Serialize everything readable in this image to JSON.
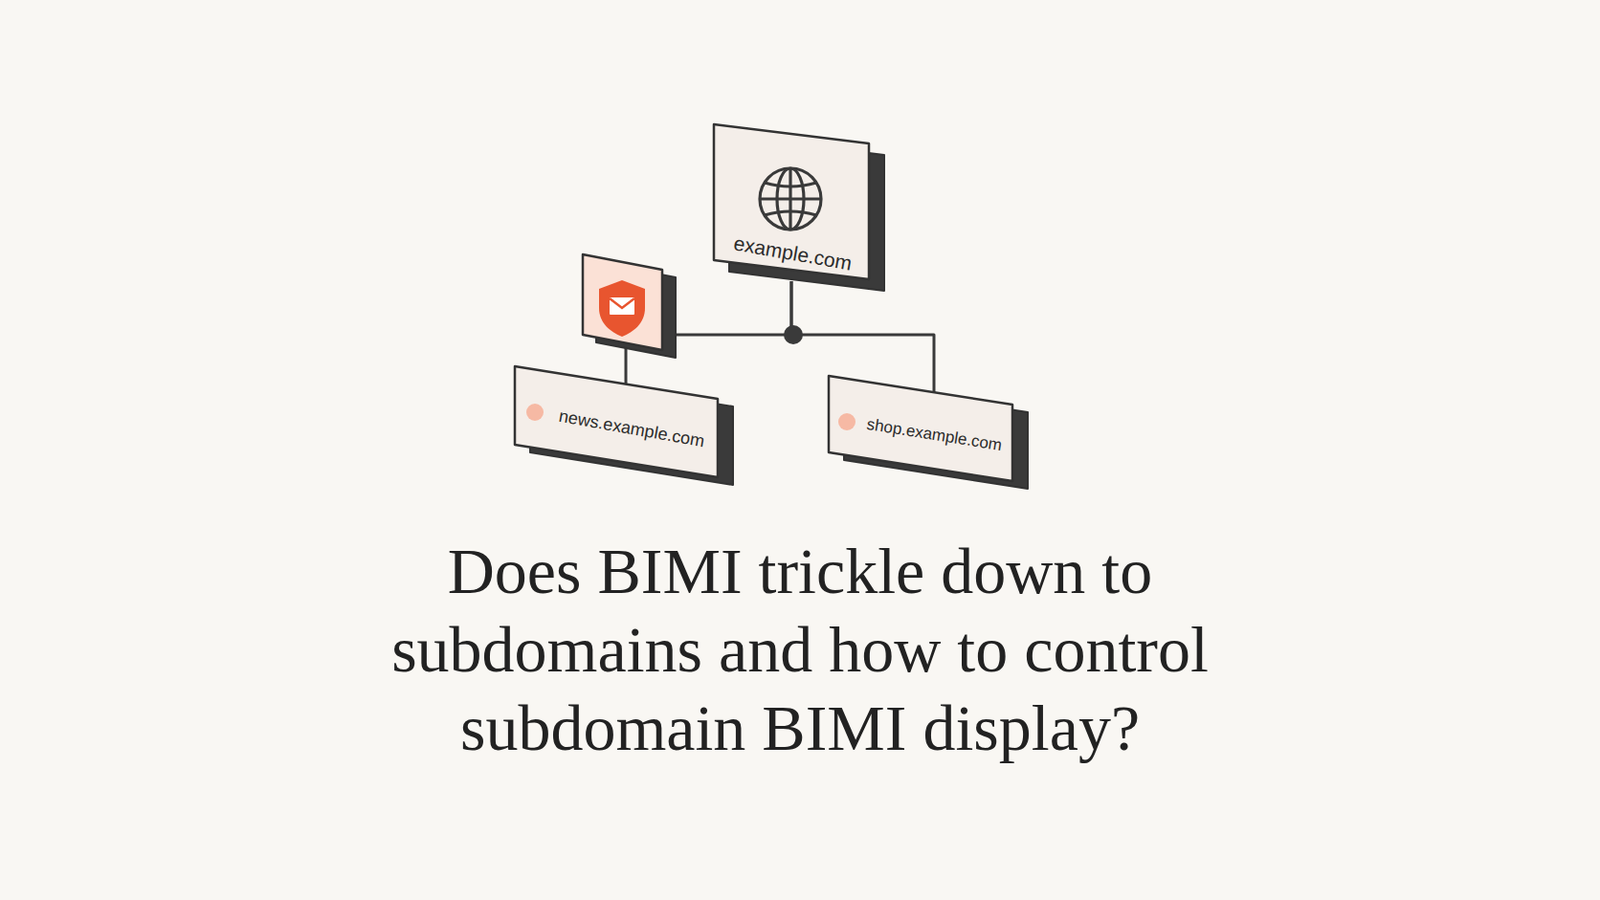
{
  "diagram": {
    "title": "Does BIMI trickle down to subdomains and how to control subdomain BIMI display?",
    "nodes": [
      {
        "text": [
          "example.com"
        ]
      },
      {
        "text": [
          "news.example.com"
        ]
      },
      {
        "text": [
          "shop.example.com"
        ]
      }
    ],
    "edges": [
      {
        "from": 0,
        "to": 1,
        "arrow": "none"
      },
      {
        "from": 0,
        "to": 2,
        "arrow": "none"
      }
    ]
  }
}
